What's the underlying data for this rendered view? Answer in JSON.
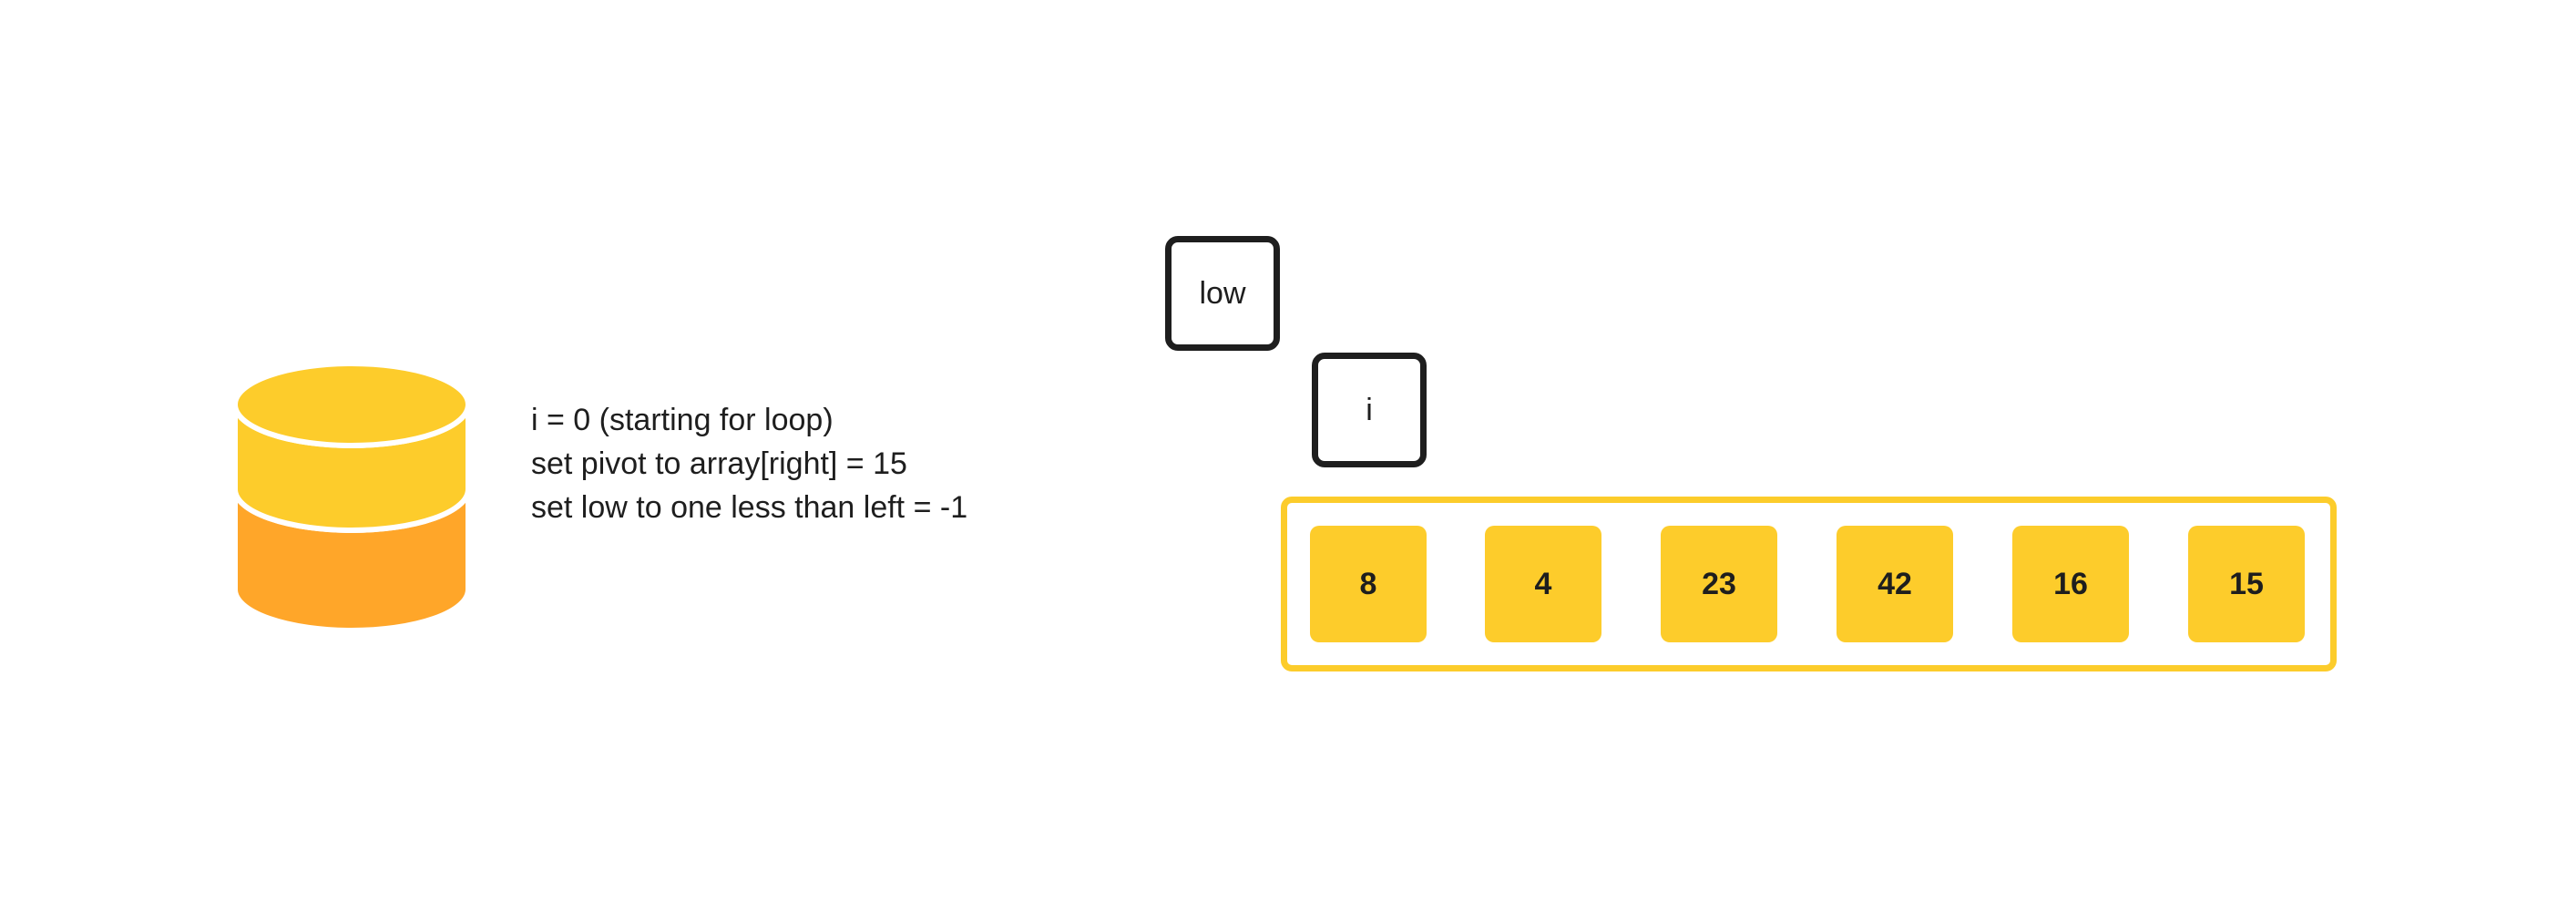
{
  "notes": {
    "line1": "i = 0 (starting for loop)",
    "line2": "set pivot to array[right] = 15",
    "line3": "set low to one less than left = -1"
  },
  "pointers": {
    "low": "low",
    "i": "i"
  },
  "array": [
    "8",
    "4",
    "23",
    "42",
    "16",
    "15"
  ],
  "icons": {
    "database": "database-icon"
  },
  "colors": {
    "cell_fill": "#fdcc2b",
    "frame_border": "#fccc2b",
    "db_top": "#fdcc2b",
    "db_bottom": "#ffa629",
    "pointer_border": "#1e1e1e",
    "text": "#1e1e1e"
  }
}
